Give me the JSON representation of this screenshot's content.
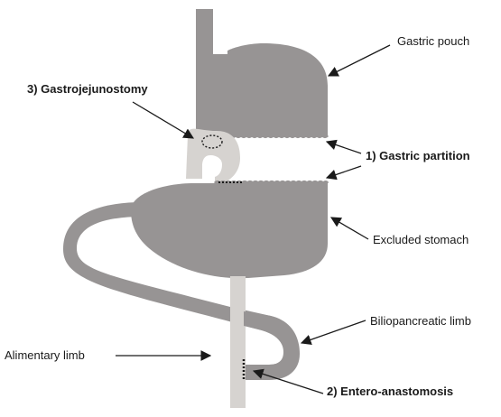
{
  "labels": {
    "gastric_pouch": "Gastric pouch",
    "gastrojejunostomy": "3) Gastrojejunostomy",
    "gastric_partition": "1) Gastric partition",
    "excluded_stomach": "Excluded stomach",
    "biliopancreatic_limb": "Biliopancreatic limb",
    "alimentary_limb": "Alimentary limb",
    "entero_anastomosis": "2) Entero-anastomosis"
  },
  "colors": {
    "dark_tissue": "#979494",
    "light_tissue": "#d6d3d0",
    "text": "#1a1a1a"
  }
}
